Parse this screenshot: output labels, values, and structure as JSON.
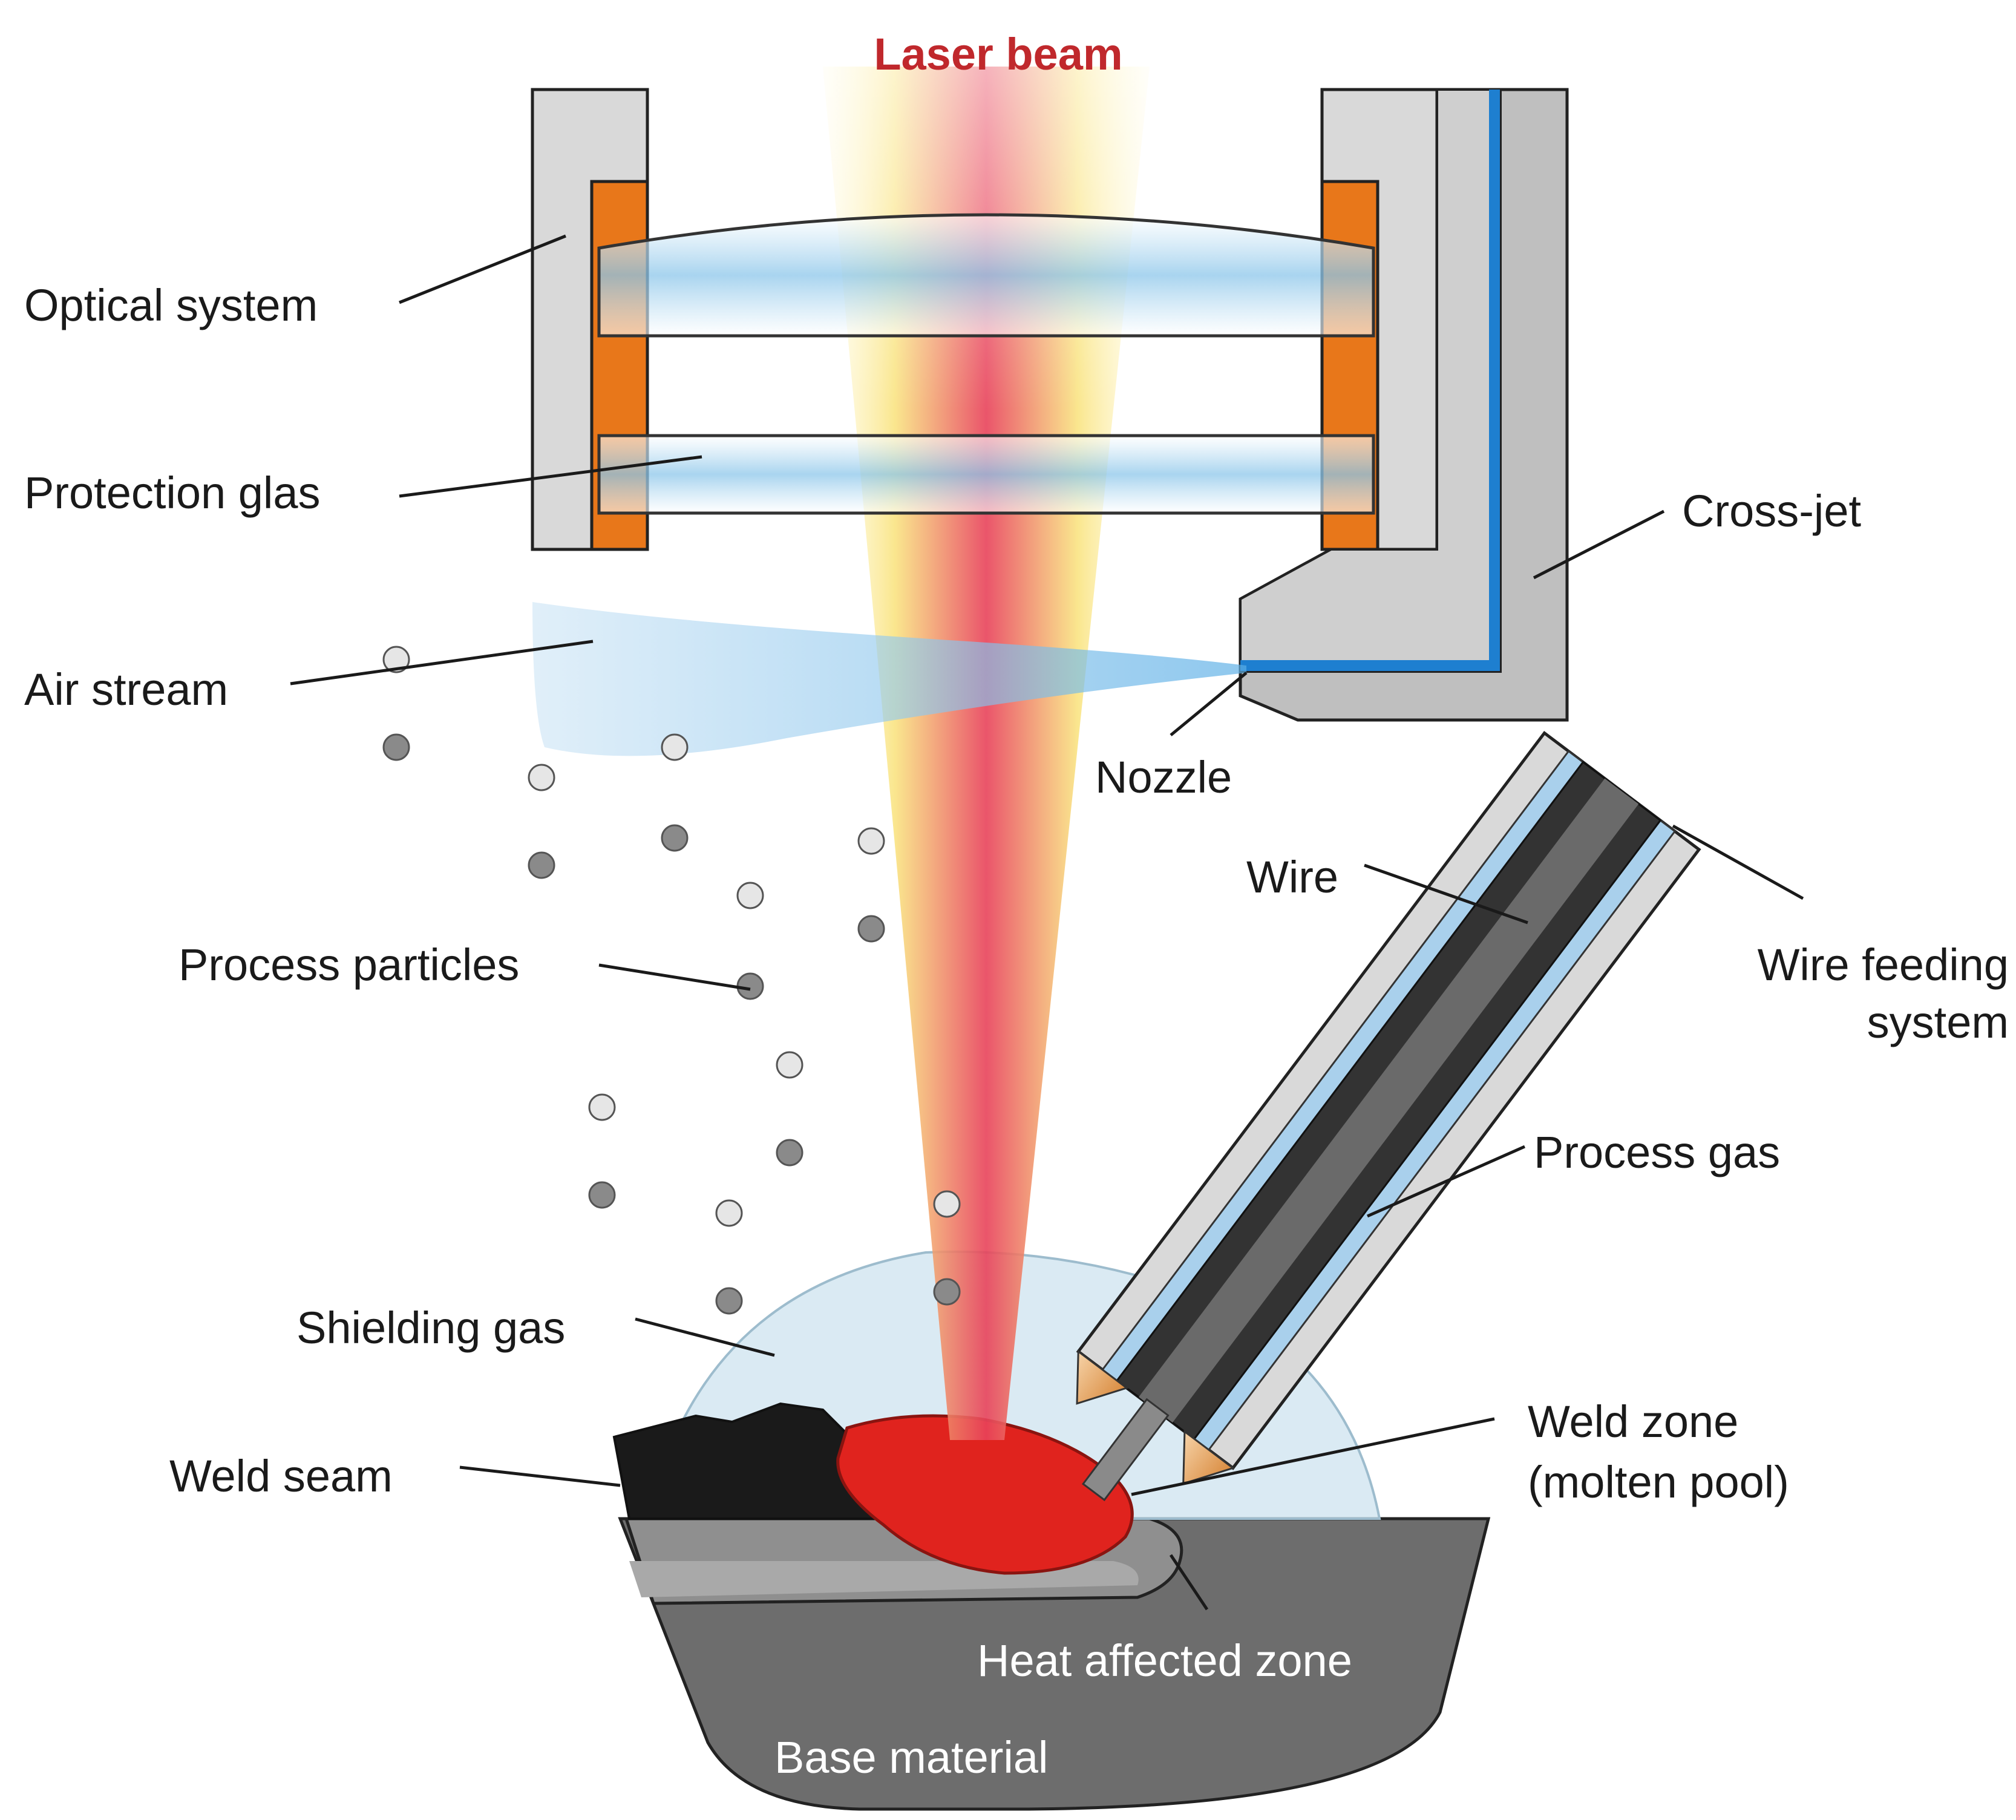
{
  "title": "Laser beam",
  "labels": {
    "optical_system": "Optical system",
    "protection_glas": "Protection glas",
    "air_stream": "Air stream",
    "process_particles": "Process particles",
    "shielding_gas": "Shielding gas",
    "weld_seam": "Weld seam",
    "cross_jet": "Cross-jet",
    "nozzle": "Nozzle",
    "wire": "Wire",
    "wire_feeding_line1": "Wire feeding",
    "wire_feeding_line2": "system",
    "process_gas": "Process gas",
    "weld_zone_line1": "Weld zone",
    "weld_zone_line2": "(molten pool)",
    "heat_affected_zone": "Heat affected zone",
    "base_material": "Base material"
  },
  "colors": {
    "title": "#c0282c",
    "housing": "#d9d9d9",
    "lens_holder": "#e8771a",
    "lens": "#a8d4ee",
    "water_channel": "#1e7fd0",
    "base_material": "#6d6d6d",
    "heat_affected_zone": "#8f8f8f",
    "weld_seam": "#1a1a1a",
    "molten_pool": "#e0231e",
    "shielding_gas": "#cde3ef",
    "particle_light": "#e6e6e6",
    "particle_dark": "#8a8a8a"
  }
}
